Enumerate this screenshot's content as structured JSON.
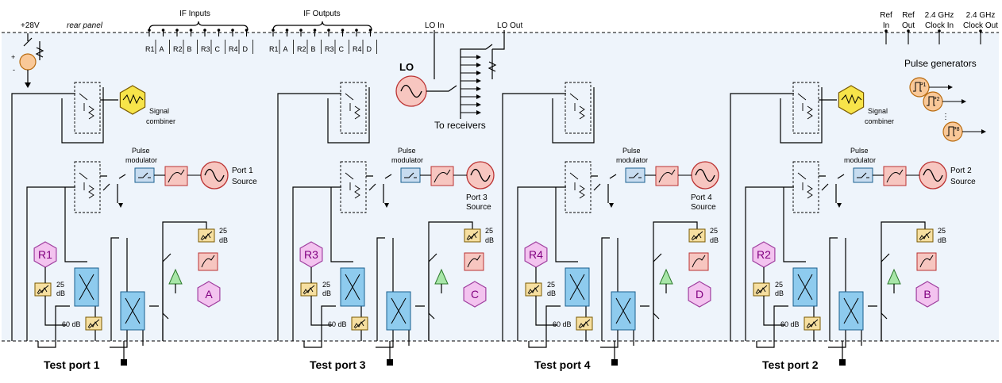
{
  "supply": {
    "label": "+28V",
    "polarity_plus": "+",
    "polarity_minus": "-"
  },
  "rear_panel_label": "rear panel",
  "if_inputs": {
    "label": "IF Inputs",
    "pins": [
      "R1",
      "A",
      "R2",
      "B",
      "R3",
      "C",
      "R4",
      "D"
    ]
  },
  "if_outputs": {
    "label": "IF Outputs",
    "pins": [
      "R1",
      "A",
      "R2",
      "B",
      "R3",
      "C",
      "R4",
      "D"
    ]
  },
  "lo_in_label": "LO In",
  "lo_out_label": "LO Out",
  "lo_label": "LO",
  "to_receivers_label": "To receivers",
  "connectors": [
    {
      "line1": "Ref",
      "line2": "In"
    },
    {
      "line1": "Ref",
      "line2": "Out"
    },
    {
      "line1": "2.4 GHz",
      "line2": "Clock In"
    },
    {
      "line1": "2.4 GHz",
      "line2": "Clock Out"
    }
  ],
  "pulse_generators": {
    "label": "Pulse generators",
    "items": [
      "P1",
      "P2",
      "P8"
    ]
  },
  "signal_combiner": {
    "line1": "Signal",
    "line2": "combiner"
  },
  "pulse_modulator": {
    "line1": "Pulse",
    "line2": "modulator"
  },
  "attenuator_25": {
    "line1": "25",
    "line2": "dB"
  },
  "attenuator_60": "60 dB",
  "ports": [
    {
      "test_port": "Test port 1",
      "ref_rx": "R1",
      "test_rx": "A",
      "source_line1": "Port 1",
      "source_line2": "Source"
    },
    {
      "test_port": "Test port 3",
      "ref_rx": "R3",
      "test_rx": "C",
      "source_line1": "Port 3",
      "source_line2": "Source"
    },
    {
      "test_port": "Test port 4",
      "ref_rx": "R4",
      "test_rx": "D",
      "source_line1": "Port 4",
      "source_line2": "Source"
    },
    {
      "test_port": "Test port 2",
      "ref_rx": "R2",
      "test_rx": "B",
      "source_line1": "Port 2",
      "source_line2": "Source"
    }
  ],
  "colors": {
    "panel_bg": "#eef4fb",
    "source_fill": "#f7c6c0",
    "source_stroke": "#b33",
    "receiver_fill": "#f3c3ef",
    "receiver_stroke": "#a040a0",
    "coupler_fill": "#8ecbee",
    "attenuator_fill": "#f6dfa0",
    "combiner_fill": "#f7e44a",
    "pulsegen_fill": "#f9c898",
    "switch_fill": "#c7dcf0",
    "amp_fill": "#a8e6a8"
  },
  "icons": [
    "source-icon",
    "receiver-icon",
    "coupler-icon",
    "attenuator-icon",
    "amplifier-icon",
    "switch-icon",
    "filter-icon",
    "combiner-icon",
    "pulse-generator-icon"
  ]
}
